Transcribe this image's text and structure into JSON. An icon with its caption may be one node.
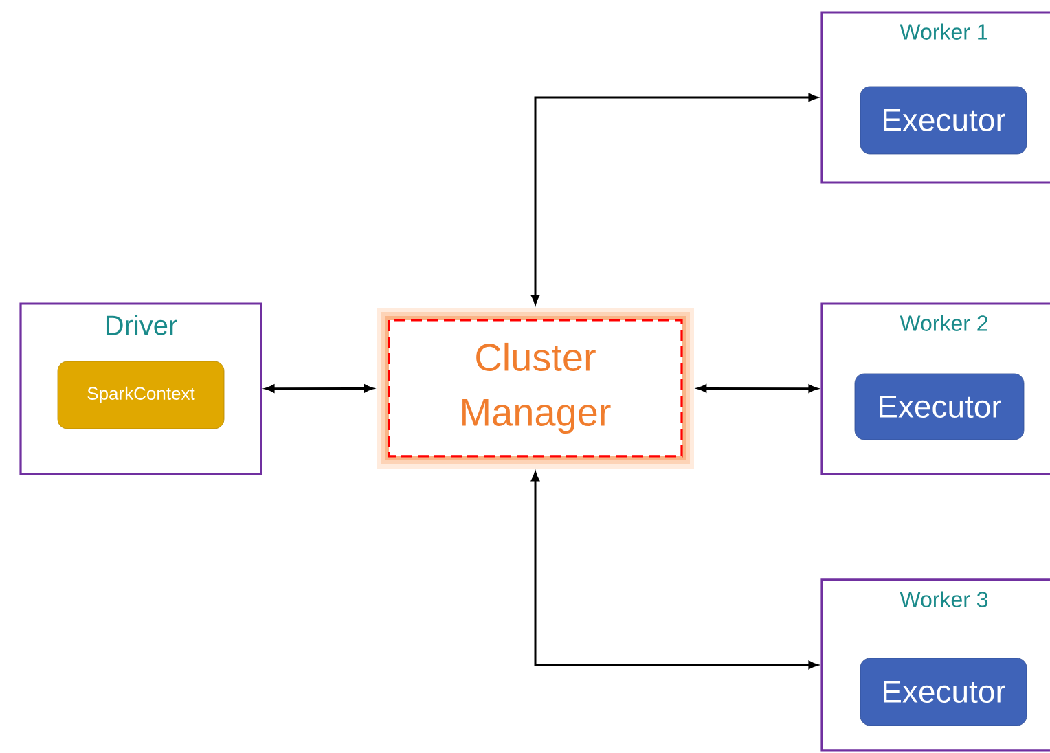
{
  "diagram": {
    "nodes": [
      {
        "text": [
          "Driver"
        ]
      },
      {
        "text": [
          "SparkContext"
        ],
        "in": 0
      },
      {
        "text": [
          "Cluster Manager"
        ]
      },
      {
        "text": [
          "Worker 1"
        ]
      },
      {
        "text": [
          "Executor"
        ],
        "in": 3
      },
      {
        "text": [
          "Worker 2"
        ]
      },
      {
        "text": [
          "Executor"
        ],
        "in": 5
      },
      {
        "text": [
          "Worker 3"
        ]
      },
      {
        "text": [
          "Executor"
        ],
        "in": 7
      }
    ],
    "edges": [
      {
        "from": 0,
        "to": 2,
        "arrow": "both"
      },
      {
        "from": 2,
        "to": 3,
        "arrow": "both"
      },
      {
        "from": 2,
        "to": 5,
        "arrow": "both"
      },
      {
        "from": 2,
        "to": 7,
        "arrow": "both"
      }
    ]
  }
}
